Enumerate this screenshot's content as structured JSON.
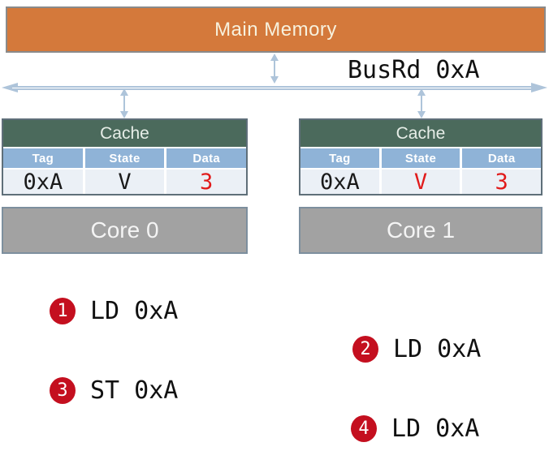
{
  "diagram": {
    "main_memory": {
      "label": "Main Memory"
    },
    "bus": {
      "label": "BusRd 0xA"
    },
    "caches": [
      {
        "title": "Cache",
        "columns": [
          "Tag",
          "State",
          "Data"
        ],
        "row": [
          {
            "text": "0xA",
            "color": "#1a1a1a"
          },
          {
            "text": "V",
            "color": "#1a1a1a"
          },
          {
            "text": "3",
            "color": "#e11b1b"
          }
        ]
      },
      {
        "title": "Cache",
        "columns": [
          "Tag",
          "State",
          "Data"
        ],
        "row": [
          {
            "text": "0xA",
            "color": "#1a1a1a"
          },
          {
            "text": "V",
            "color": "#e11b1b"
          },
          {
            "text": "3",
            "color": "#e11b1b"
          }
        ]
      }
    ],
    "cores": [
      {
        "label": "Core 0"
      },
      {
        "label": "Core 1"
      }
    ],
    "operations": [
      {
        "num": "1",
        "label": "LD 0xA"
      },
      {
        "num": "2",
        "label": "LD 0xA"
      },
      {
        "num": "3",
        "label": "ST 0xA"
      },
      {
        "num": "4",
        "label": "LD 0xA"
      }
    ],
    "colors": {
      "memory_orange": "#d4793b",
      "cache_header_green": "#4b6a5c",
      "column_header_blue": "#8fb3d7",
      "data_row_bg": "#ebf0f6",
      "highlight_red": "#e11b1b",
      "badge_red": "#c40f1f",
      "core_gray": "#a2a2a2",
      "bus_blue": "#aec4da"
    }
  }
}
